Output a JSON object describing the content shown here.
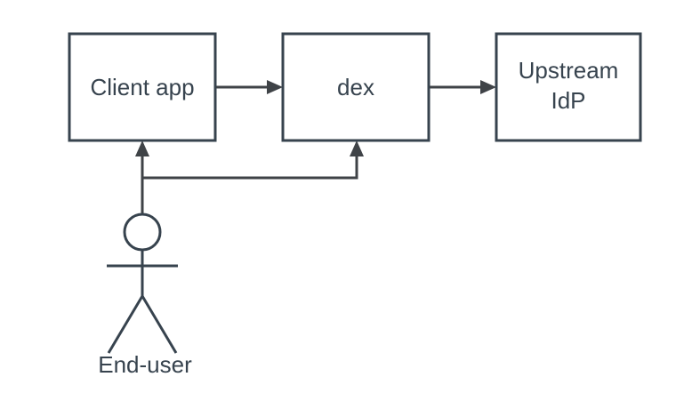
{
  "diagram": {
    "type": "flow-diagram",
    "colors": {
      "background": "#ffffff",
      "node-fill": "#ffffff",
      "node-stroke": "#37434e",
      "label-color": "#37434e",
      "connector-color": "#3f4347"
    },
    "nodes": {
      "client_app": {
        "label": "Client app"
      },
      "dex": {
        "label": "dex"
      },
      "upstream_idp": {
        "label_line_1": "Upstream",
        "label_line_2": "IdP"
      }
    },
    "actor": {
      "label": "End-user"
    },
    "connections": [
      {
        "from": "Client app",
        "to": "dex",
        "style": "arrow"
      },
      {
        "from": "dex",
        "to": "Upstream IdP",
        "style": "arrow"
      },
      {
        "from": "End-user",
        "to": "Client app",
        "style": "arrow"
      },
      {
        "from": "End-user",
        "to": "dex",
        "style": "arrow"
      }
    ]
  }
}
